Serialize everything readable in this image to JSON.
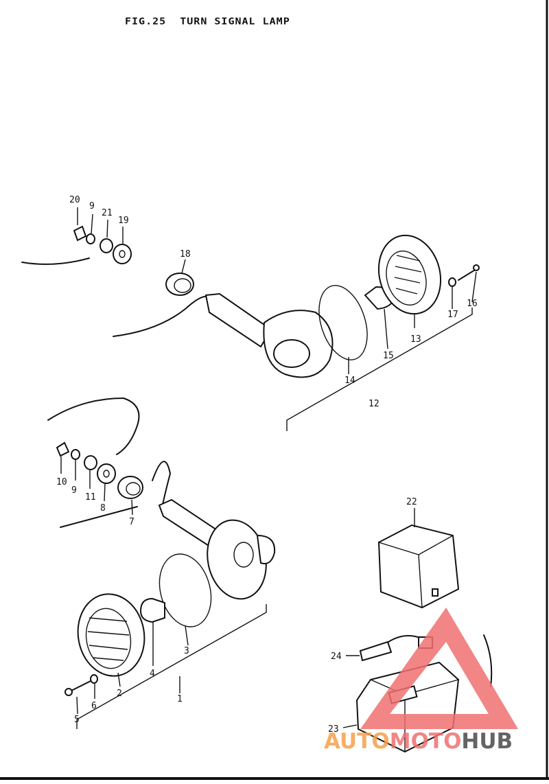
{
  "title": "FIG.25  TURN SIGNAL LAMP",
  "callouts": [
    "20",
    "9",
    "21",
    "19",
    "18",
    "17",
    "16",
    "15",
    "14",
    "13",
    "12",
    "10",
    "9",
    "11",
    "8",
    "7",
    "22",
    "24",
    "23",
    "3",
    "4",
    "2",
    "1",
    "5",
    "6"
  ],
  "watermark": {
    "part1": "AUTO",
    "part2": "MOTO",
    "part3": "HUB",
    "color1": "#f5a04a",
    "color2": "#f07070",
    "color3": "#4a4a4a"
  }
}
